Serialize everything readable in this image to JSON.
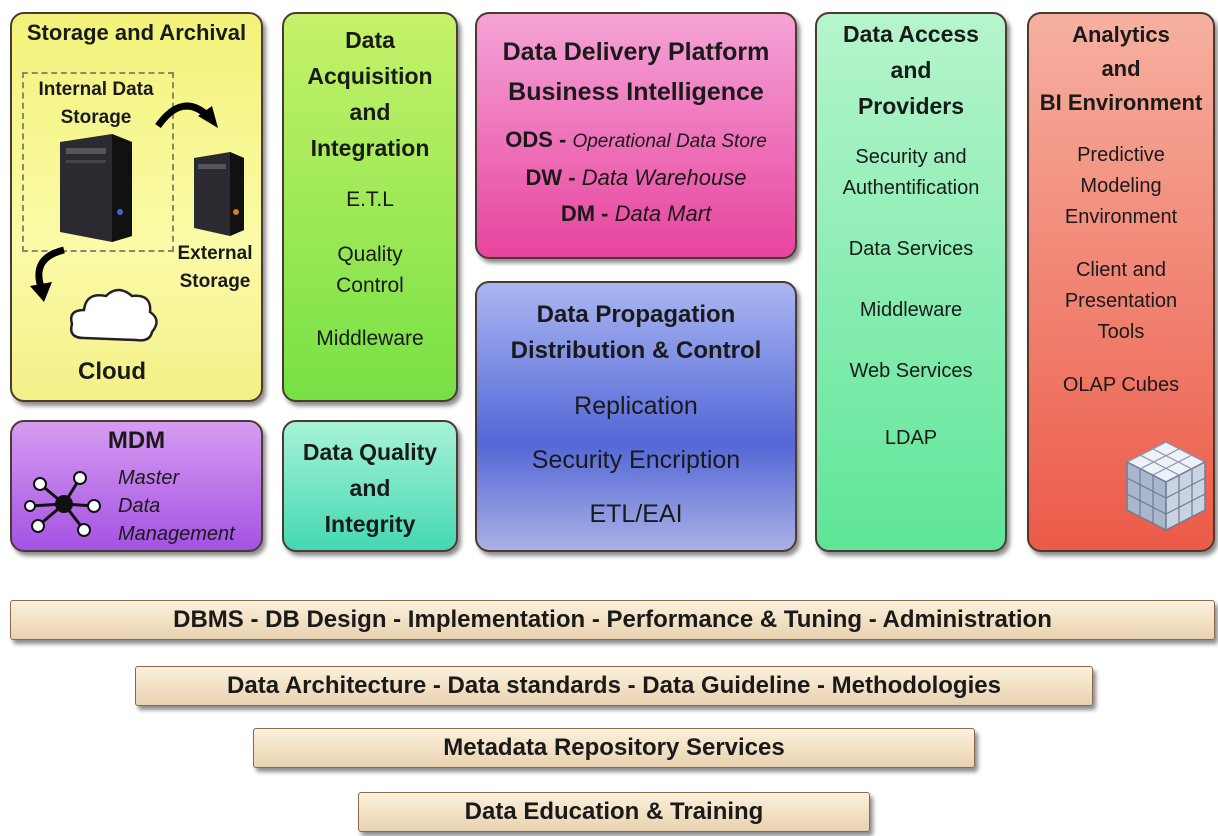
{
  "storage": {
    "title": "Storage and Archival",
    "internal_label": "Internal Data Storage",
    "external_label": "External Storage",
    "cloud_label": "Cloud"
  },
  "acquisition": {
    "title_lines": [
      "Data",
      "Acquisition",
      "and",
      "Integration"
    ],
    "items": [
      "E.T.L",
      "Quality Control",
      "Middleware"
    ]
  },
  "delivery": {
    "title_lines": [
      "Data Delivery Platform",
      "Business Intelligence"
    ],
    "entries": [
      {
        "abbr": "ODS",
        "sep": " - ",
        "desc": "Operational Data Store"
      },
      {
        "abbr": "DW",
        "sep": " - ",
        "desc": "Data Warehouse"
      },
      {
        "abbr": "DM",
        "sep": " - ",
        "desc": "Data Mart"
      }
    ]
  },
  "propagation": {
    "title_lines": [
      "Data Propagation",
      "Distribution & Control"
    ],
    "items": [
      "Replication",
      "Security Encription",
      "ETL/EAI"
    ]
  },
  "access": {
    "title_lines": [
      "Data Access",
      "and",
      "Providers"
    ],
    "items": [
      "Security and Authentification",
      "Data Services",
      "Middleware",
      "Web Services",
      "LDAP"
    ]
  },
  "analytics": {
    "title_lines": [
      "Analytics",
      "and",
      "BI Environment"
    ],
    "items": [
      "Predictive Modeling Environment",
      "Client and Presentation Tools",
      "OLAP Cubes"
    ]
  },
  "mdm": {
    "title": "MDM",
    "desc_lines": [
      "Master",
      "Data",
      "Management"
    ]
  },
  "quality": {
    "title_lines": [
      "Data Quality",
      "and",
      "Integrity"
    ]
  },
  "bars": [
    "DBMS - DB Design - Implementation - Performance & Tuning - Administration",
    "Data Architecture - Data standards - Data Guideline - Methodologies",
    "Metadata Repository Services",
    "Data Education & Training"
  ]
}
